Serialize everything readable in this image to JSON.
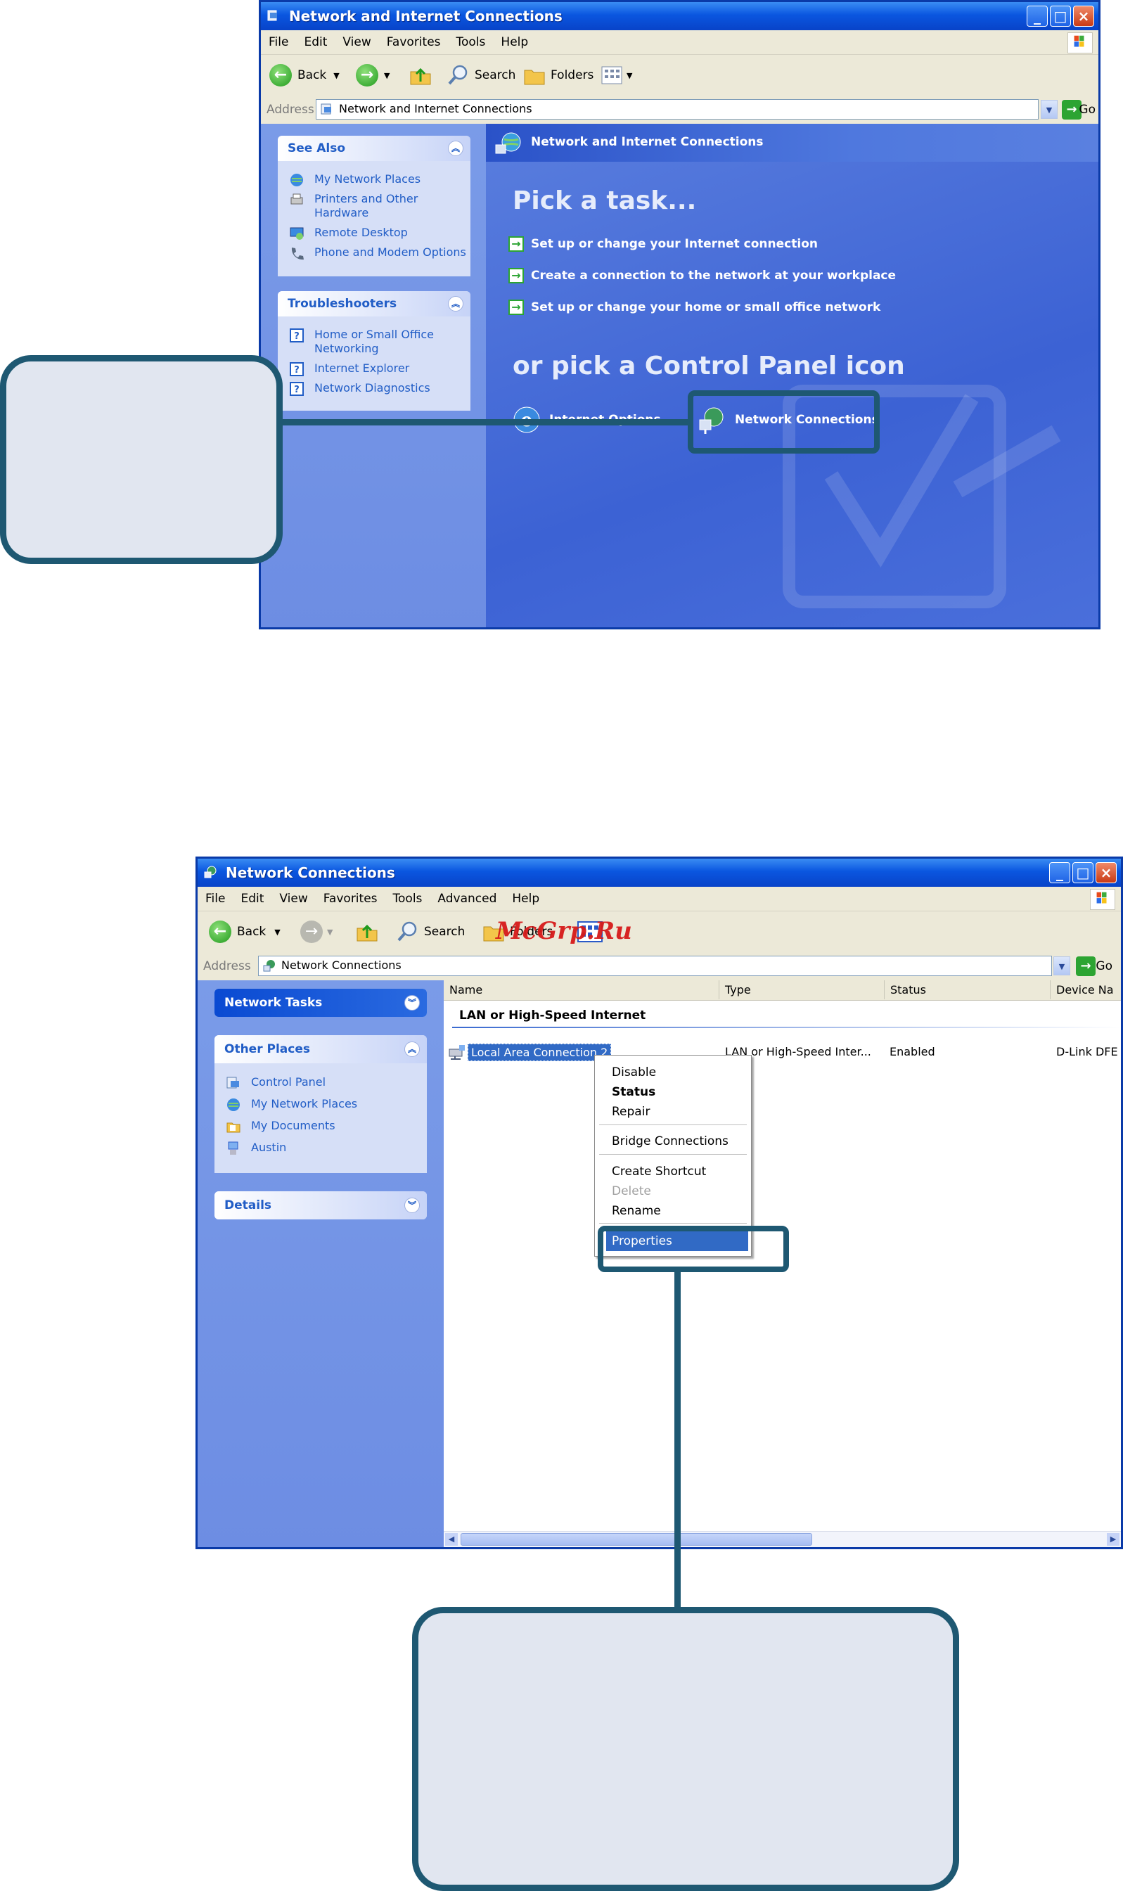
{
  "window1": {
    "title": "Network and Internet Connections",
    "menu": [
      "File",
      "Edit",
      "View",
      "Favorites",
      "Tools",
      "Help"
    ],
    "toolbar": {
      "back": "Back",
      "search": "Search",
      "folders": "Folders"
    },
    "address_label": "Address",
    "address_value": "Network and Internet Connections",
    "go_label": "Go",
    "header_title": "Network and Internet Connections",
    "see_also": {
      "title": "See Also",
      "items": [
        "My Network Places",
        "Printers and Other Hardware",
        "Remote Desktop",
        "Phone and Modem Options"
      ]
    },
    "troubleshooters": {
      "title": "Troubleshooters",
      "items": [
        "Home or Small Office Networking",
        "Internet Explorer",
        "Network Diagnostics"
      ]
    },
    "pick_task_heading": "Pick a task...",
    "tasks": [
      "Set up or change your Internet connection",
      "Create a connection to the network at your workplace",
      "Set up or change your home or small office network"
    ],
    "pick_icon_heading": "or pick a Control Panel icon",
    "icons": [
      "Internet Options",
      "Network Connections"
    ]
  },
  "window2": {
    "title": "Network Connections",
    "menu": [
      "File",
      "Edit",
      "View",
      "Favorites",
      "Tools",
      "Advanced",
      "Help"
    ],
    "toolbar": {
      "back": "Back",
      "search": "Search",
      "folders": "Folders"
    },
    "watermark": "McGrp.Ru",
    "address_label": "Address",
    "address_value": "Network Connections",
    "go_label": "Go",
    "network_tasks": {
      "title": "Network Tasks"
    },
    "other_places": {
      "title": "Other Places",
      "items": [
        "Control Panel",
        "My Network Places",
        "My Documents",
        "Austin"
      ]
    },
    "details": {
      "title": "Details"
    },
    "columns": [
      "Name",
      "Type",
      "Status",
      "Device Na"
    ],
    "group_heading": "LAN or High-Speed Internet",
    "row": {
      "name": "Local Area Connection 2",
      "type": "LAN or High-Speed Inter...",
      "status": "Enabled",
      "device": "D-Link DFE"
    },
    "context_menu": [
      "Disable",
      "Status",
      "Repair",
      "Bridge Connections",
      "Create Shortcut",
      "Delete",
      "Rename",
      "Properties"
    ]
  },
  "colors": {
    "xp_blue": "#0a56e0",
    "task_pane_blue": "#6d8de3",
    "callout_border": "#1e5872",
    "callout_fill": "#e1e6f0",
    "selection": "#316ac5"
  }
}
